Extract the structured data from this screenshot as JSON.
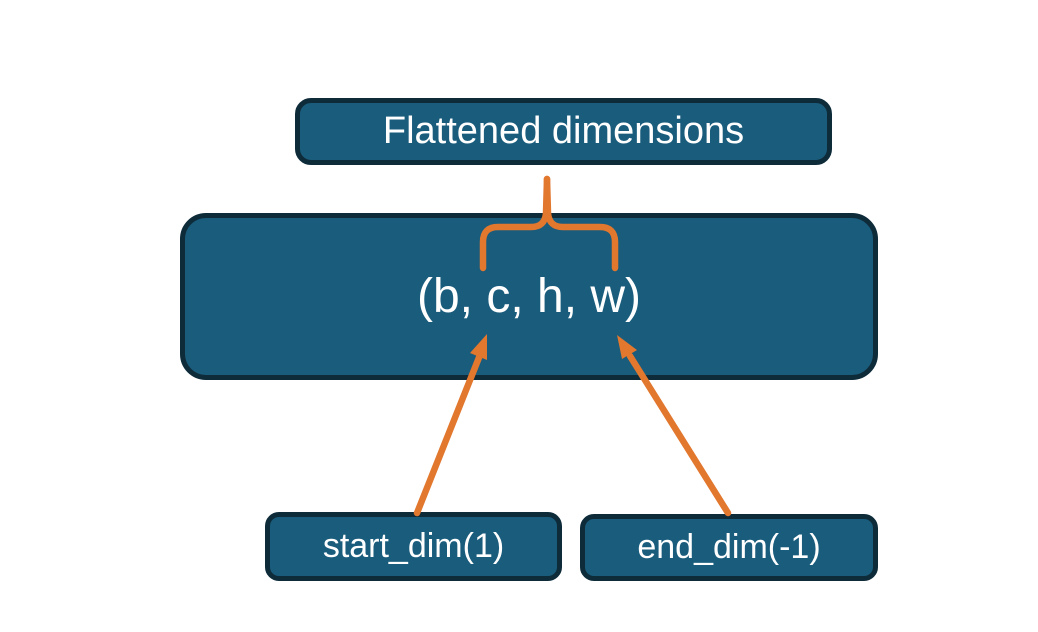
{
  "diagram": {
    "title_box": {
      "label": "Flattened dimensions"
    },
    "main_box": {
      "label": "(b, c, h, w)"
    },
    "start_box": {
      "label": "start_dim(1)"
    },
    "end_box": {
      "label": "end_dim(-1)"
    },
    "connectors": [
      {
        "name": "flatten-brace",
        "type": "brace",
        "from": "title_box",
        "to": "main_box dims b..w"
      },
      {
        "name": "start-dim-arrow",
        "type": "arrow",
        "from": "start_box",
        "to": "dim c"
      },
      {
        "name": "end-dim-arrow",
        "type": "arrow",
        "from": "end_box",
        "to": "dim w"
      }
    ],
    "colors": {
      "box_fill": "#1A5C7C",
      "box_border": "#0E2B3A",
      "accent": "#E2772E",
      "text": "#FFFFFF",
      "background": "#FFFFFF"
    }
  }
}
